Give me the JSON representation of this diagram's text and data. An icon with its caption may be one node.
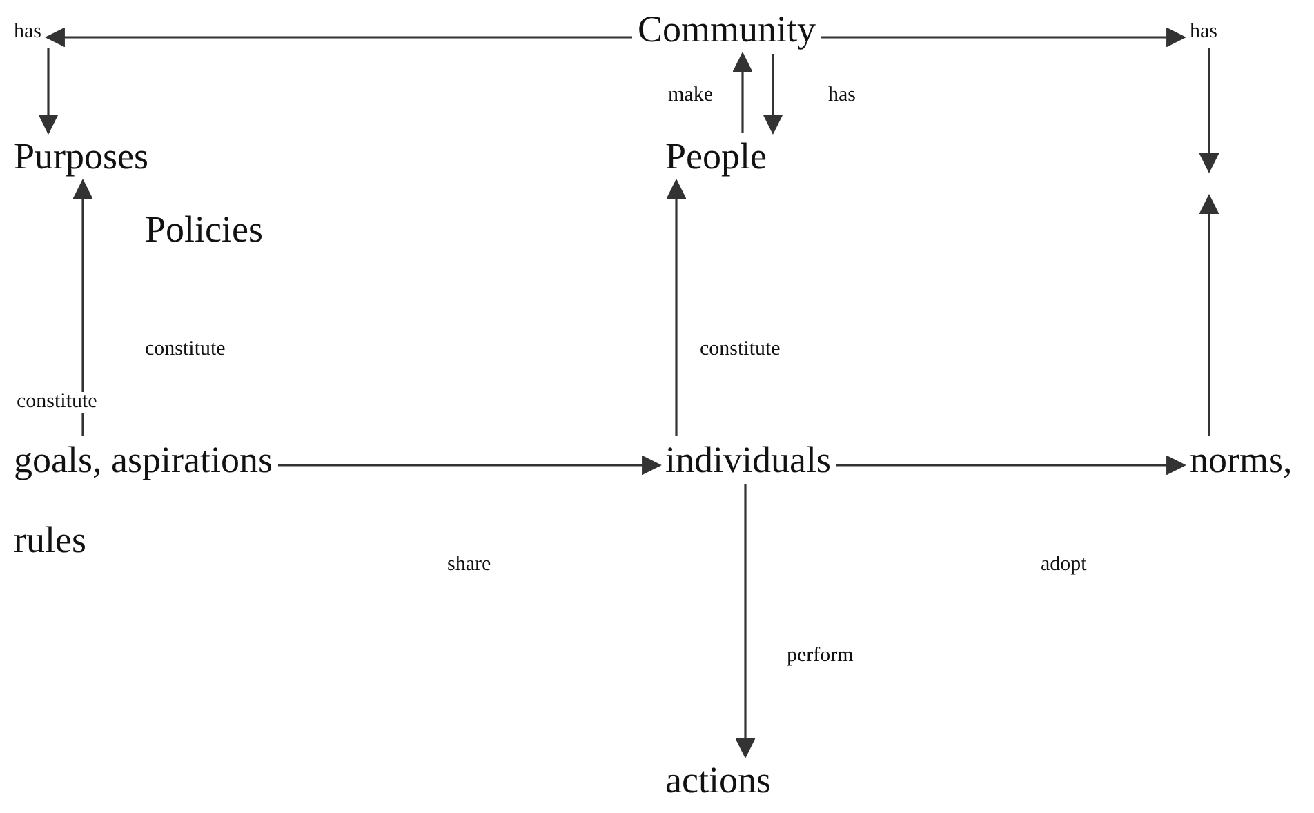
{
  "diagram": {
    "nodes": [
      {
        "text": [
          "has"
        ]
      },
      {
        "text": [
          "Community"
        ]
      },
      {
        "text": [
          "has"
        ]
      },
      {
        "text": [
          "Purposes"
        ]
      },
      {
        "text": [
          "People"
        ]
      },
      {
        "text": [
          "goals, aspirations"
        ]
      },
      {
        "text": [
          "individuals"
        ]
      },
      {
        "text": [
          "norms,"
        ]
      },
      {
        "text": [
          "actions"
        ]
      }
    ],
    "edges": [
      {
        "from": 1,
        "to": 0,
        "arrow": "to"
      },
      {
        "from": 0,
        "to": 3,
        "arrow": "to"
      },
      {
        "from": 1,
        "to": 2,
        "arrow": "to"
      },
      {
        "from": 2,
        "to": null,
        "arrow": "to"
      },
      {
        "from": 4,
        "to": 1,
        "arrow": "to",
        "label": "make"
      },
      {
        "from": 1,
        "to": 4,
        "arrow": "to",
        "label": "has"
      },
      {
        "from": 5,
        "to": 3,
        "arrow": "to",
        "label": "constitute"
      },
      {
        "from": 6,
        "to": 4,
        "arrow": "to",
        "label": "constitute"
      },
      {
        "from": 7,
        "to": null,
        "arrow": "to"
      },
      {
        "from": 5,
        "to": 6,
        "arrow": "to",
        "label": "share"
      },
      {
        "from": 6,
        "to": 7,
        "arrow": "to",
        "label": "adopt"
      },
      {
        "from": 6,
        "to": 8,
        "arrow": "to",
        "label": "perform"
      }
    ],
    "labels": [
      "Policies",
      "constitute",
      "rules"
    ]
  }
}
